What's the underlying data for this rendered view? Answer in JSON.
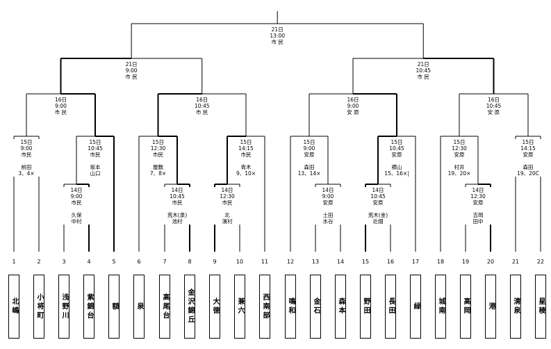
{
  "teams": [
    {
      "num": "1",
      "name": "北嶋"
    },
    {
      "num": "2",
      "name": "小将町"
    },
    {
      "num": "3",
      "name": "浅野川"
    },
    {
      "num": "4",
      "name": "紫錦台"
    },
    {
      "num": "5",
      "name": "額"
    },
    {
      "num": "6",
      "name": "泉"
    },
    {
      "num": "7",
      "name": "高尾台"
    },
    {
      "num": "8",
      "name": "金沢錦丘"
    },
    {
      "num": "9",
      "name": "大徳"
    },
    {
      "num": "10",
      "name": "兼六"
    },
    {
      "num": "11",
      "name": "西南部"
    },
    {
      "num": "12",
      "name": "鳴和"
    },
    {
      "num": "13",
      "name": "金石"
    },
    {
      "num": "14",
      "name": "森本"
    },
    {
      "num": "15",
      "name": "野田"
    },
    {
      "num": "16",
      "name": "長田"
    },
    {
      "num": "17",
      "name": "緑"
    },
    {
      "num": "18",
      "name": "城南"
    },
    {
      "num": "19",
      "name": "高岡"
    },
    {
      "num": "20",
      "name": "港"
    },
    {
      "num": "21",
      "name": "清泉"
    },
    {
      "num": "22",
      "name": "星稜"
    }
  ],
  "matches": [
    {
      "date": "14日",
      "time": "9:00",
      "venue": "市民",
      "referees": "久保\n中村"
    },
    {
      "date": "14日",
      "time": "10:45",
      "venue": "市民",
      "referees": "荒木(泉)\n池村"
    },
    {
      "date": "14日",
      "time": "12:30",
      "venue": "市民",
      "referees": "北\n濱村"
    },
    {
      "date": "14日",
      "time": "9:00",
      "venue": "安原",
      "referees": "土田\n水谷"
    },
    {
      "date": "14日",
      "time": "10:45",
      "venue": "安原",
      "referees": "荒木(金)\n近畑"
    },
    {
      "date": "14日",
      "time": "12:30",
      "venue": "安原",
      "referees": "吉岡\n田中"
    },
    {
      "date": "15日",
      "time": "9:00",
      "venue": "市民",
      "referees": "前田\n3、4×"
    },
    {
      "date": "15日",
      "time": "10:45",
      "venue": "市民",
      "referees": "坂本\n山口"
    },
    {
      "date": "15日",
      "time": "12:30",
      "venue": "市民",
      "referees": "屋敷\n7、8×"
    },
    {
      "date": "15日",
      "time": "14:15",
      "venue": "市民",
      "referees": "青木\n9、10×"
    },
    {
      "date": "15日",
      "time": "9:00",
      "venue": "安原",
      "referees": "森田\n13、14×"
    },
    {
      "date": "15日",
      "time": "10:45",
      "venue": "安原",
      "referees": "横山\n15、16×|"
    },
    {
      "date": "15日",
      "time": "12:30",
      "venue": "安原",
      "referees": "村井\n19、20×"
    },
    {
      "date": "15日",
      "time": "14:15",
      "venue": "安原",
      "referees": "森田\n19、20C"
    },
    {
      "date": "16日",
      "time": "9:00",
      "venue": "市 民",
      "referees": ""
    },
    {
      "date": "16日",
      "time": "10:45",
      "venue": "市 民",
      "referees": ""
    },
    {
      "date": "16日",
      "time": "9:00",
      "venue": "安 原",
      "referees": ""
    },
    {
      "date": "16日",
      "time": "10:45",
      "venue": "安 原",
      "referees": ""
    },
    {
      "date": "21日",
      "time": "9:00",
      "venue": "市 民",
      "referees": ""
    },
    {
      "date": "21日",
      "time": "10:45",
      "venue": "市 民",
      "referees": ""
    },
    {
      "date": "21日",
      "time": "13:00",
      "venue": "市 民",
      "referees": ""
    }
  ]
}
